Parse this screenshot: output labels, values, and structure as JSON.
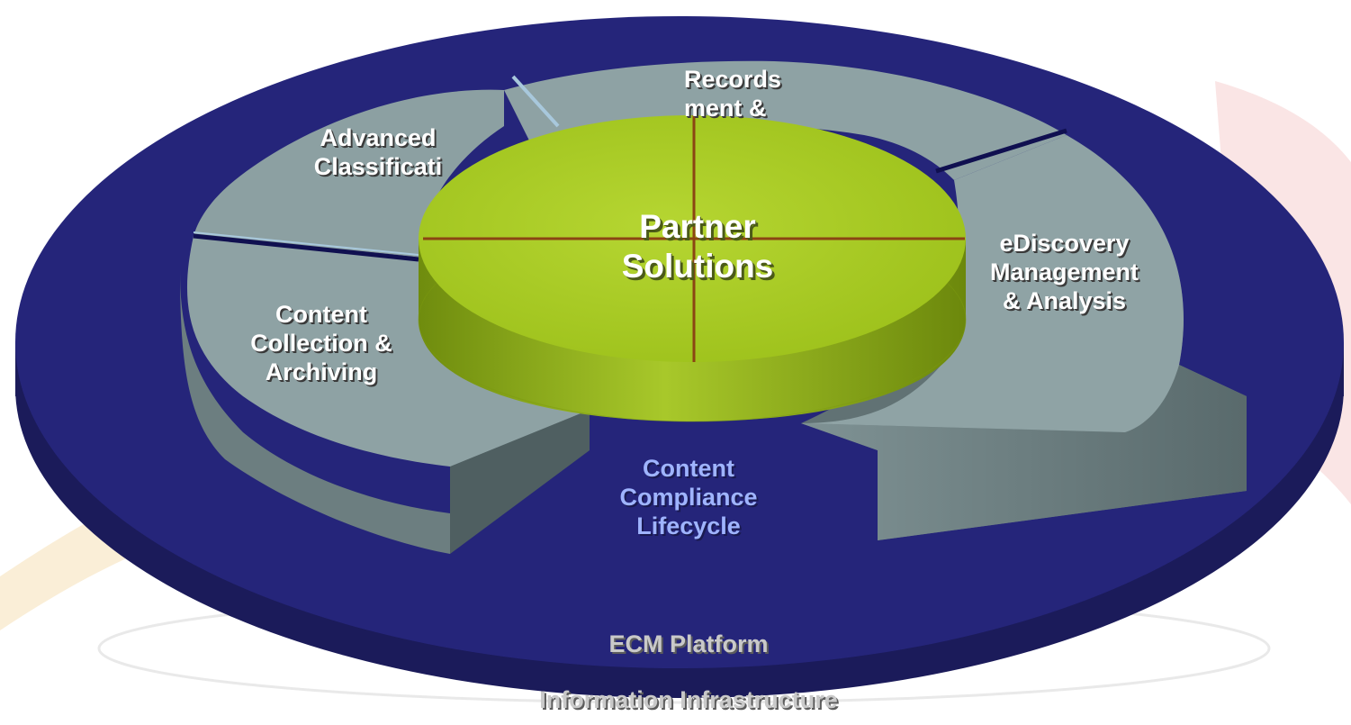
{
  "segments": {
    "records": "Records\n     ment &",
    "classification": "Advanced\nClassificati",
    "ediscovery": "eDiscovery\nManagement\n& Analysis",
    "collection": "Content\nCollection &\nArchiving"
  },
  "center": {
    "label": "Partner\nSolutions"
  },
  "cycle": {
    "label": "Content\nCompliance\nLifecycle"
  },
  "platform": {
    "label": "ECM Platform"
  },
  "infrastructure": {
    "label": "Information Infrastructure"
  },
  "colors": {
    "outer_disc": "#23236e",
    "outer_edge": "#1a1a55",
    "segment_top": "#8fa3a5",
    "segment_side": "#5c6c6e",
    "center_top": "#a4c81f",
    "center_side": "#82a212",
    "divider": "#8b4513",
    "background_swoosh": "#f4d9a8"
  }
}
